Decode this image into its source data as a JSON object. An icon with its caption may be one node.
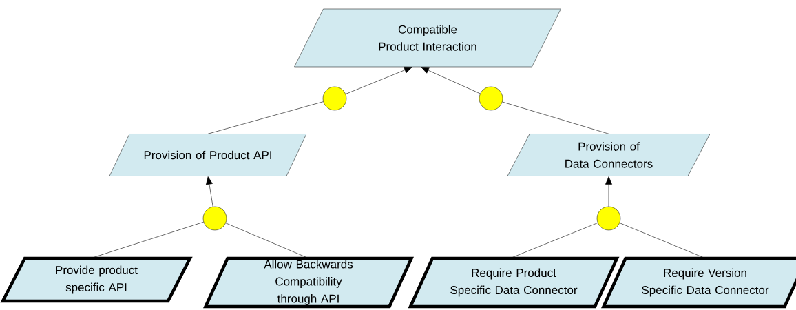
{
  "diagram": {
    "nodes": [
      {
        "text": [
          "Compatible Product Interaction"
        ]
      },
      {
        "text": [],
        "shape": "circle"
      },
      {
        "text": [],
        "shape": "circle"
      },
      {
        "text": [
          "Provision of Product API"
        ]
      },
      {
        "text": [
          "Provision of Data Connectors"
        ]
      },
      {
        "text": [],
        "shape": "circle"
      },
      {
        "text": [],
        "shape": "circle"
      },
      {
        "text": [
          "Provide product specific API"
        ]
      },
      {
        "text": [
          "Allow Backwards Compatibility through API"
        ]
      },
      {
        "text": [
          "Require Product Specific Data Connector"
        ]
      },
      {
        "text": [
          "Require Version Specific Data Connector"
        ]
      }
    ],
    "edges": [
      {
        "from": 1,
        "to": 0,
        "arrow": "to"
      },
      {
        "from": 2,
        "to": 0,
        "arrow": "to"
      },
      {
        "from": 3,
        "to": 1,
        "arrow": "none"
      },
      {
        "from": 4,
        "to": 2,
        "arrow": "none"
      },
      {
        "from": 5,
        "to": 3,
        "arrow": "to"
      },
      {
        "from": 6,
        "to": 4,
        "arrow": "to"
      },
      {
        "from": 7,
        "to": 5,
        "arrow": "none"
      },
      {
        "from": 8,
        "to": 5,
        "arrow": "none"
      },
      {
        "from": 9,
        "to": 6,
        "arrow": "none"
      },
      {
        "from": 10,
        "to": 6,
        "arrow": "none"
      }
    ]
  }
}
